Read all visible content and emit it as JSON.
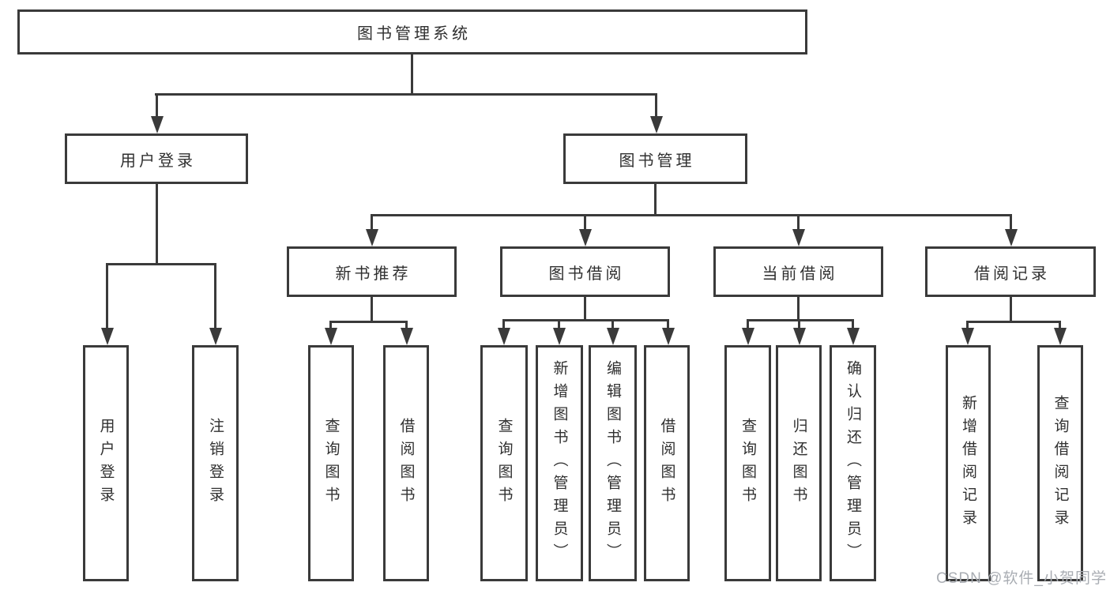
{
  "tree": {
    "root": {
      "label": "图书管理系统"
    },
    "branches": [
      {
        "label": "用户登录",
        "children": [
          {
            "label": "用户登录"
          },
          {
            "label": "注销登录"
          }
        ]
      },
      {
        "label": "图书管理",
        "children": [
          {
            "label": "新书推荐",
            "children": [
              {
                "label": "查询图书"
              },
              {
                "label": "借阅图书"
              }
            ]
          },
          {
            "label": "图书借阅",
            "children": [
              {
                "label": "查询图书"
              },
              {
                "label": "新增图书（管理员）"
              },
              {
                "label": "编辑图书（管理员）"
              },
              {
                "label": "借阅图书"
              }
            ]
          },
          {
            "label": "当前借阅",
            "children": [
              {
                "label": "查询图书"
              },
              {
                "label": "归还图书"
              },
              {
                "label": "确认归还（管理员）"
              }
            ]
          },
          {
            "label": "借阅记录",
            "children": [
              {
                "label": "新增借阅记录"
              },
              {
                "label": "查询借阅记录"
              }
            ]
          }
        ]
      }
    ]
  },
  "watermark": {
    "text": "CSDN @软件_小贺同学"
  },
  "colors": {
    "line": "#3a3a3a",
    "text": "#303030",
    "background": "#ffffff",
    "watermark": "#a9adb3"
  }
}
